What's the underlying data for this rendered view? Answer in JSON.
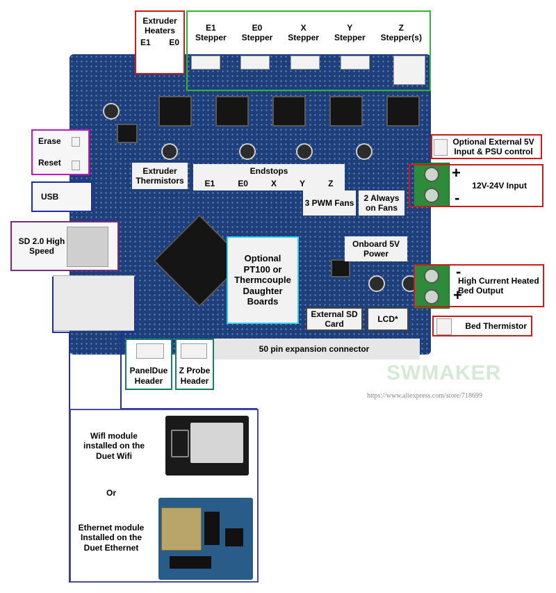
{
  "labels": {
    "extruder_heaters": "Extruder Heaters",
    "e1": "E1",
    "e0": "E0",
    "steppers": [
      {
        "top": "E1",
        "bottom": "Stepper"
      },
      {
        "top": "E0",
        "bottom": "Stepper"
      },
      {
        "top": "X",
        "bottom": "Stepper"
      },
      {
        "top": "Y",
        "bottom": "Stepper"
      },
      {
        "top": "Z",
        "bottom": "Stepper(s)"
      }
    ],
    "erase": "Erase",
    "reset": "Reset",
    "usb": "USB",
    "sd": "SD 2.0 High Speed",
    "extruder_thermistors": "Extruder Thermistors",
    "endstops": "Endstops",
    "endstop_axes": [
      "E1",
      "E0",
      "X",
      "Y",
      "Z"
    ],
    "pwm_fans": "3 PWM Fans",
    "always_fans": "2 Always on Fans",
    "optional_psu": "Optional External 5V Input & PSU control",
    "input_12_24": "12V-24V Input",
    "plus": "+",
    "minus": "-",
    "onboard_5v": "Onboard 5V Power",
    "pt100": "Optional PT100 or Thermcouple Daughter Boards",
    "high_current": "High Current Heated Bed Output",
    "external_sd": "External SD Card",
    "lcd": "LCD*",
    "bed_thermistor": "Bed Thermistor",
    "expansion": "50 pin expansion connector",
    "paneldue": "PanelDue Header",
    "zprobe": "Z Probe Header",
    "wifi_module": "Wifl module installed on the Duet Wifi",
    "or": "Or",
    "ethernet_module": "Ethernet module Installed on the Duet Ethernet",
    "watermark": "SWMAKER",
    "url": "https://www.aliexpress.com/store/718699"
  },
  "colors": {
    "board": "#1f3f7a",
    "red": "#cc1b1b",
    "green": "#2fb82f",
    "magenta": "#c018c0",
    "blue": "#1c2ea8",
    "purple": "#7a2a7a",
    "cyan": "#2ed0f0",
    "teal": "#1a7a6a"
  }
}
